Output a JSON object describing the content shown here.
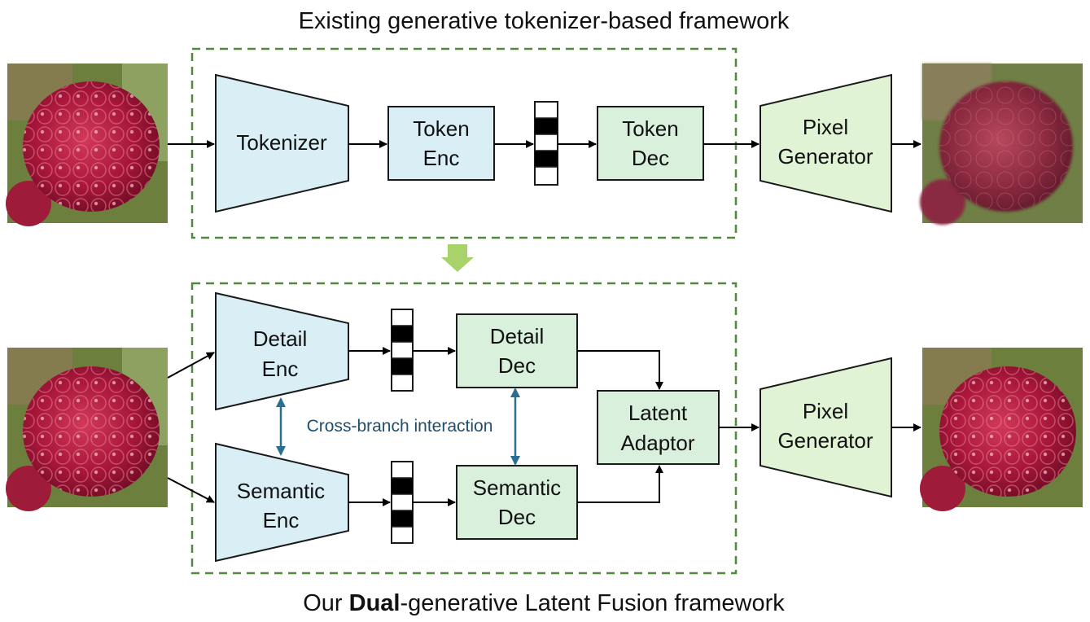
{
  "top_title": "Existing generative tokenizer-based framework",
  "bottom_title": {
    "prefix": "Our ",
    "bold": "Dual",
    "suffix": "-generative Latent Fusion framework"
  },
  "top_branch": {
    "tokenizer": "Tokenizer",
    "token_enc": [
      "Token",
      "Enc"
    ],
    "token_dec": [
      "Token",
      "Dec"
    ],
    "pixel_gen": [
      "Pixel",
      "Generator"
    ]
  },
  "bottom_branch": {
    "detail_enc": [
      "Detail",
      "Enc"
    ],
    "semantic_enc": [
      "Semantic",
      "Enc"
    ],
    "detail_dec": [
      "Detail",
      "Dec"
    ],
    "semantic_dec": [
      "Semantic",
      "Dec"
    ],
    "latent_adaptor": [
      "Latent",
      "Adaptor"
    ],
    "pixel_gen": [
      "Pixel",
      "Generator"
    ],
    "interaction_label": "Cross-branch interaction"
  },
  "colors": {
    "encoder_fill": "#d9eef5",
    "decoder_fill": "#d9f0dc",
    "generator_fill": "#e0f3d4",
    "dashed_border": "#4f8a3a",
    "transition_arrow": "#a8d26a",
    "interaction_arrow": "#2a6f8f"
  },
  "images": [
    "raspberry-input-icon",
    "raspberry-output-blurry-icon",
    "raspberry-input-icon",
    "raspberry-output-sharp-icon"
  ]
}
